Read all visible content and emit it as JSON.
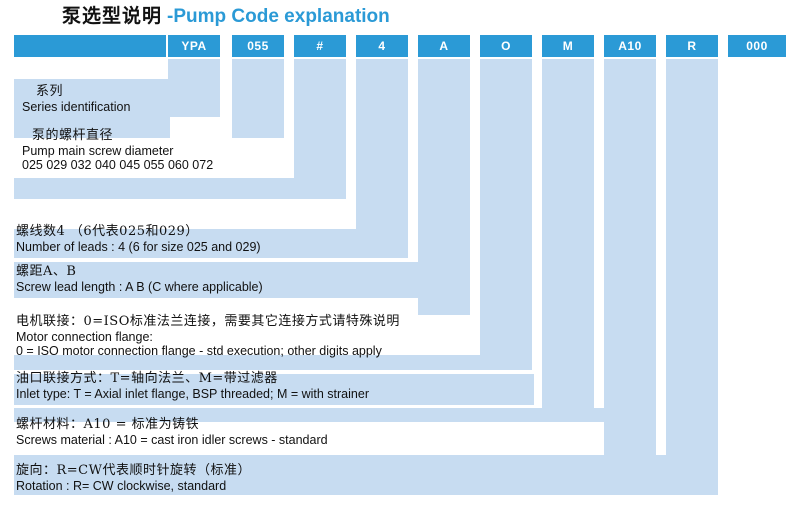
{
  "title": {
    "chinese": "泵选型说明",
    "english": "-Pump Code explanation"
  },
  "colors": {
    "header_blue": "#2b9ad6",
    "band_light_blue": "#c7dcf1",
    "title_accent": "#2b9ad6",
    "text": "#111111",
    "background": "#ffffff"
  },
  "code_row": {
    "leader_label": "",
    "cells": [
      {
        "code": "YPA"
      },
      {
        "code": "055"
      },
      {
        "code": "#"
      },
      {
        "code": "4"
      },
      {
        "code": "A"
      },
      {
        "code": "O"
      },
      {
        "code": "M"
      },
      {
        "code": "A10"
      },
      {
        "code": "R"
      },
      {
        "code": "000"
      }
    ]
  },
  "descriptions": [
    {
      "chinese": "系列",
      "english": [
        "Series identification"
      ]
    },
    {
      "chinese": "泵的螺杆直径",
      "english": [
        "Pump main screw diameter",
        "025 029 032 040 045 055 060 072"
      ]
    },
    {
      "chinese": "螺线数4 （6代表025和029）",
      "english": [
        "Number of leads : 4 (6 for size 025 and 029)"
      ]
    },
    {
      "chinese": "螺距A、B",
      "english": [
        "Screw lead length : A B (C where applicable)"
      ]
    },
    {
      "chinese": "电机联接：0=ISO标准法兰连接，需要其它连接方式请特殊说明",
      "english": [
        "Motor connection flange:",
        "0 = ISO motor connection flange - std execution; other digits apply"
      ]
    },
    {
      "chinese": "油口联接方式：T=轴向法兰、M=带过滤器",
      "english": [
        "Inlet type: T = Axial inlet flange, BSP threaded; M = with strainer"
      ]
    },
    {
      "chinese": "螺杆材料：A10 = 标准为铸铁",
      "english": [
        "Screws material : A10 = cast iron idler screws - standard"
      ]
    },
    {
      "chinese": "旋向：R=CW代表顺时针旋转（标准）",
      "english": [
        "Rotation : R= CW clockwise, standard"
      ]
    }
  ]
}
